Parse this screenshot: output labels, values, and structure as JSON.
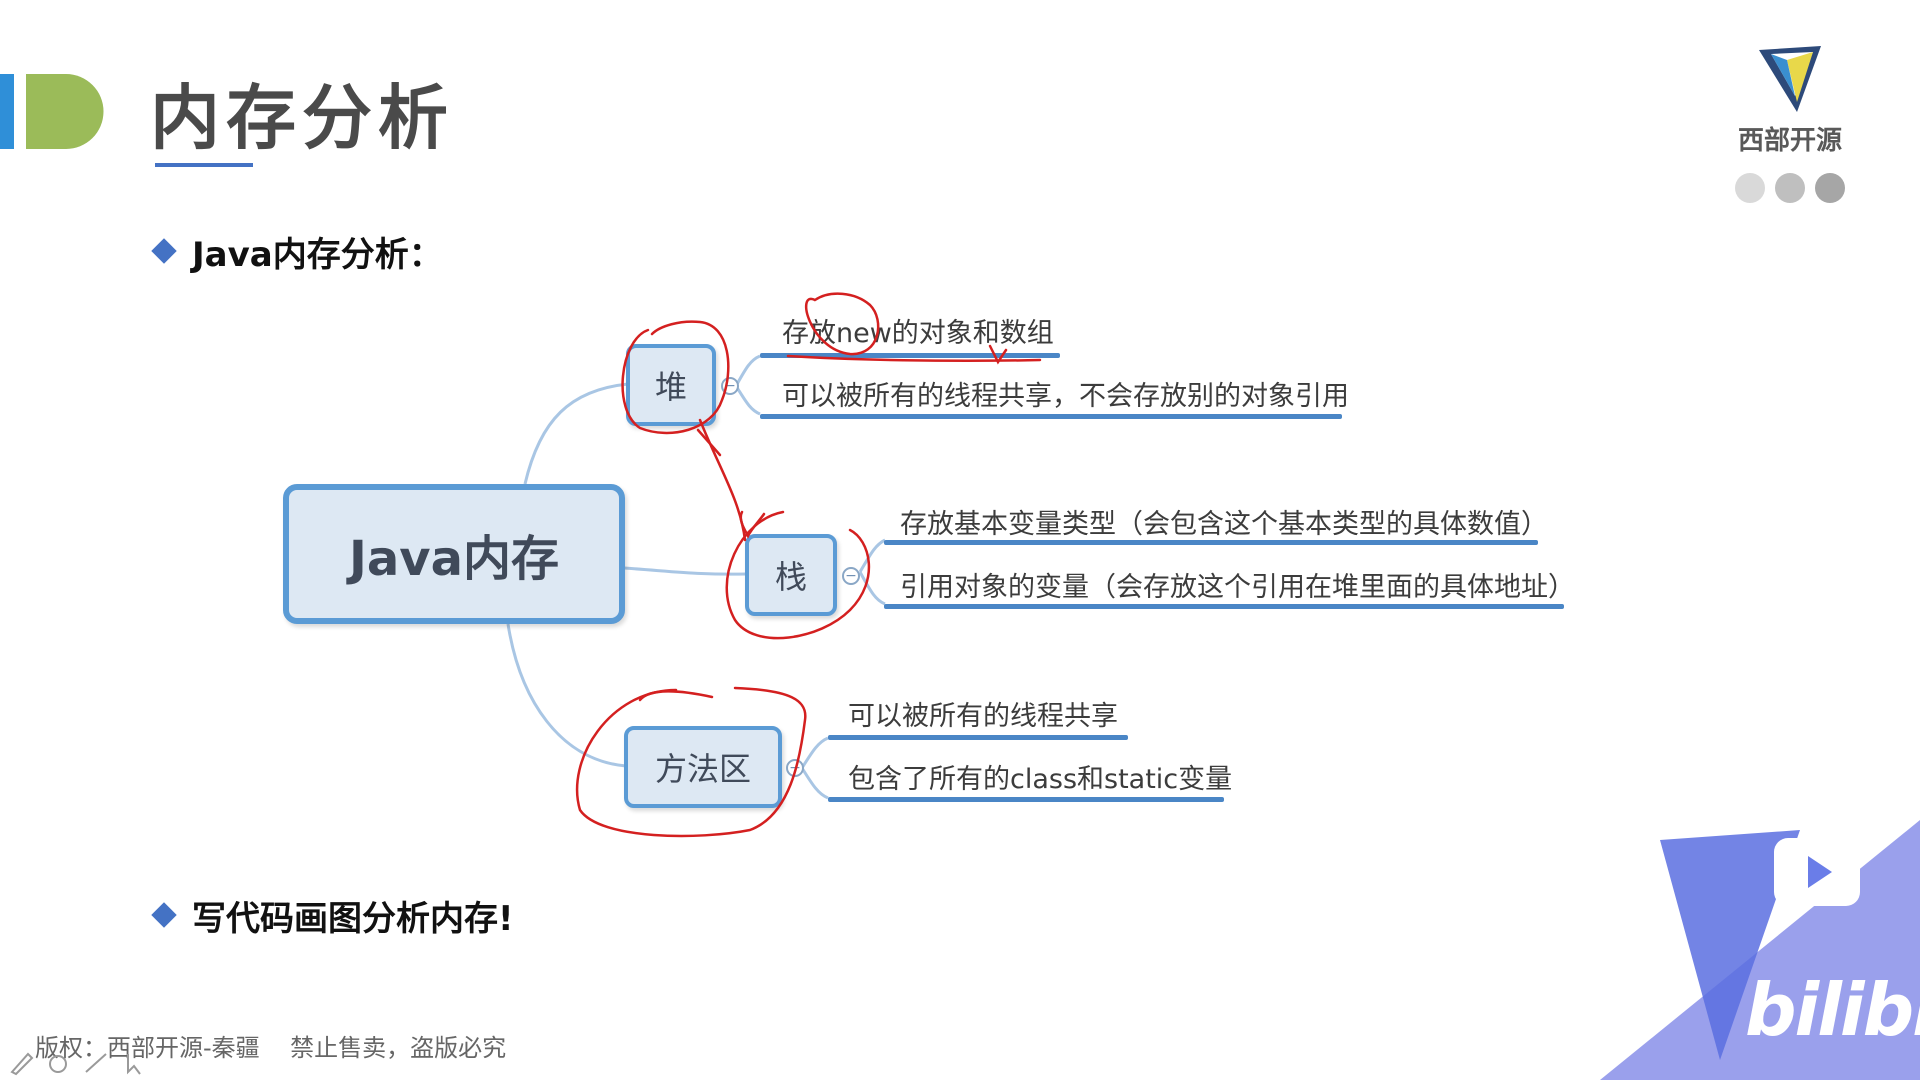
{
  "slide": {
    "title": "内存分析",
    "brand": "西部开源",
    "bullets": [
      "Java内存分析：",
      "写代码画图分析内存!"
    ],
    "footer": "版权：西部开源-秦疆    禁止售卖，盗版必究"
  },
  "mindmap": {
    "root": "Java内存",
    "branches": [
      {
        "label": "堆",
        "items": [
          "存放new的对象和数组",
          "可以被所有的线程共享，不会存放别的对象引用"
        ]
      },
      {
        "label": "栈",
        "items": [
          "存放基本变量类型（会包含这个基本类型的具体数值）",
          "引用对象的变量（会存放这个引用在堆里面的具体地址）"
        ]
      },
      {
        "label": "方法区",
        "items": [
          "可以被所有的线程共享",
          "包含了所有的class和static变量"
        ]
      }
    ],
    "collapse_symbol": "−"
  },
  "watermark": {
    "text": "bilibili"
  },
  "colors": {
    "accent_blue": "#4472c4",
    "accent_green": "#9bbb59",
    "node_fill": "#dde8f3",
    "node_border": "#5b9bd5",
    "annotation_red": "#d42020",
    "bili_purple": "#7b84e8"
  },
  "icons": [
    "section-marker-icon",
    "brand-logo-icon",
    "pager-dots-icon",
    "bilibili-tv-icon",
    "pen-tool-icon"
  ]
}
